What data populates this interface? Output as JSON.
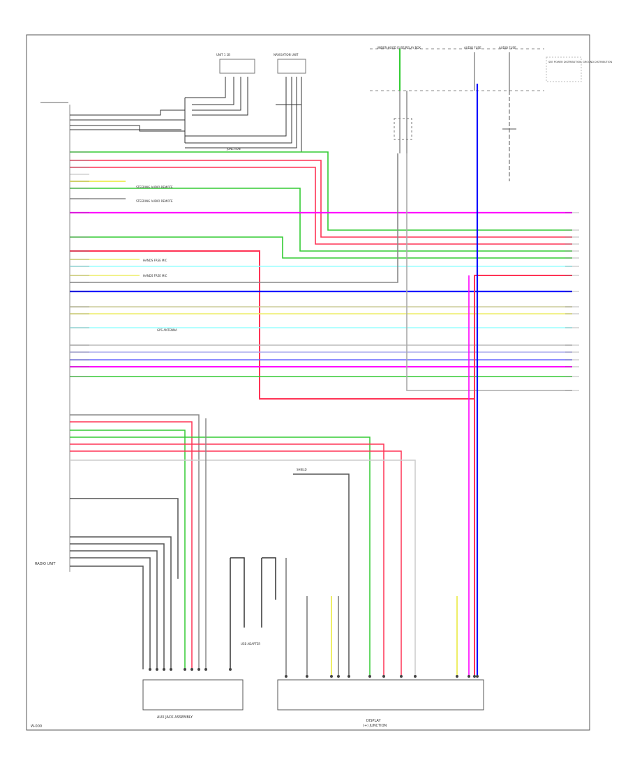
{
  "diagram": {
    "labels": {
      "radio_unit": "RADIO UNIT",
      "aux_unit": "AUX JACK ASSEMBLY",
      "footer": "W-000",
      "display_top_line": "DISPLAY",
      "display_bottom_line": "(+) JUNCTION",
      "fuse_box_left": "UNDER-HOOD FUSE/RELAY BOX",
      "fuse_box_mid": "AUDIO FUSE",
      "fuse_box_right": "AUDIO FUSE",
      "side_note": "SEE POWER DISTRIBUTION, GROUND DISTRIBUTION",
      "top_connector_left": "UNIT 1 1B",
      "top_connector_right": "NAVIGATION UNIT",
      "steering_switch_1": "STEERING AUDIO REMOTE",
      "steering_switch_2": "STEERING AUDIO REMOTE",
      "hands_free_1": "HANDS FREE MIC",
      "hands_free_2": "HANDS FREE MIC",
      "gps_antenna": "GPS ANTENNA",
      "usb_adapter": "USB ADAPTER",
      "shield": "SHIELD",
      "junction": "JUNCTION"
    },
    "colors": {
      "pink": "#f0f",
      "blue": "#0000ff",
      "red": "#ff3355",
      "green": "#33cc33",
      "lightgreen": "#99ee66",
      "cyan": "#99ffff",
      "yellow": "#eeee66",
      "gray": "#888888",
      "black": "#000000"
    }
  }
}
